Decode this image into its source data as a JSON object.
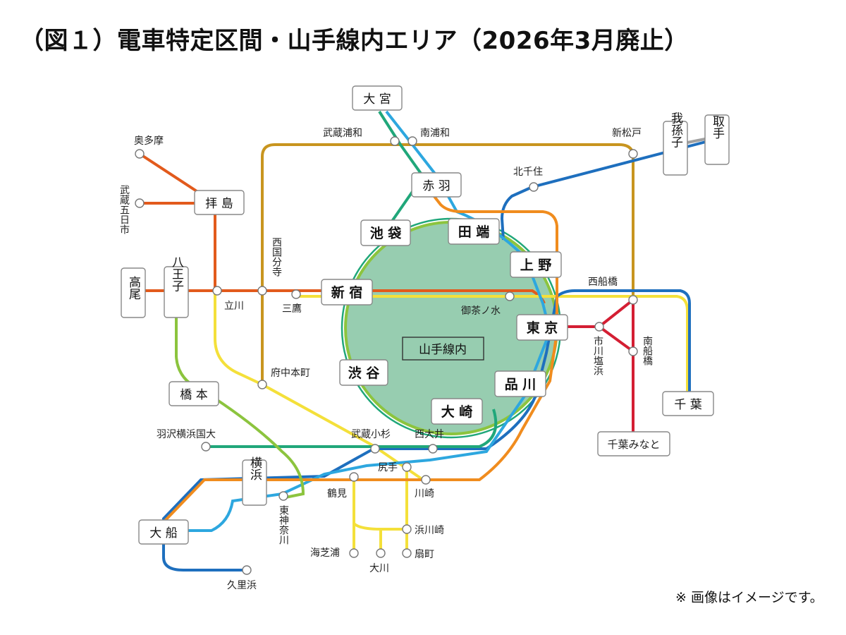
{
  "title": "（図１）電車特定区間・山手線内エリア（2026年3月廃止）",
  "note": "※ 画像はイメージです。",
  "area_label": "山手線内",
  "colors": {
    "yamanote_fill": "#97cdb0",
    "yamanote_ring": "#8cc43e",
    "chuo": "#e25a1c",
    "musashino": "#c8951f",
    "keihin": "#2da7df",
    "saikyo": "#20a77a",
    "tokaido": "#f08c1e",
    "sobu": "#f4e03a",
    "yokosuka": "#1e6fbe",
    "keiyo": "#d41e33",
    "yokohama": "#8cc43e",
    "joban_ext": "#a0a0a0"
  },
  "major_stations": {
    "omiya": "大 宮",
    "akabane": "赤 羽",
    "ikebukuro": "池 袋",
    "tabata": "田 端",
    "ueno": "上 野",
    "shinjuku": "新 宿",
    "tokyo": "東 京",
    "shibuya": "渋 谷",
    "shinagawa": "品 川",
    "osaki": "大 崎",
    "haijima": "拝 島",
    "takao": "高尾",
    "hachioji": "八王子",
    "hashimoto": "橋 本",
    "yokohama": "横浜",
    "ofuna": "大 船",
    "abiko": "我孫子",
    "toride": "取手",
    "chiba": "千 葉",
    "chibaminato": "千葉みなと"
  },
  "minor_stations": {
    "okutama": "奥多摩",
    "musashiitsukaichi": "武蔵五日市",
    "tachikawa": "立川",
    "nishikokubunji": "西国分寺",
    "mitaka": "三鷹",
    "fuchuhommachi": "府中本町",
    "musashiurawa": "武蔵浦和",
    "minamiurawa": "南浦和",
    "shinmatsudo": "新松戸",
    "kitasenju": "北千住",
    "ochanomizu": "御茶ノ水",
    "nishifunabashi": "西船橋",
    "ichikawashiohama": "市川塩浜",
    "minamifunabashi": "南船橋",
    "hazawa": "羽沢横浜国大",
    "musashikosugi": "武蔵小杉",
    "nishioi": "西大井",
    "shiriteke": "尻手",
    "kawasaki": "川崎",
    "tsurumi": "鶴見",
    "higashikanagawa": "東神奈川",
    "hamakawasaki": "浜川崎",
    "umishibaura": "海芝浦",
    "okawa": "大川",
    "ogimachi": "扇町",
    "kurihama": "久里浜"
  }
}
